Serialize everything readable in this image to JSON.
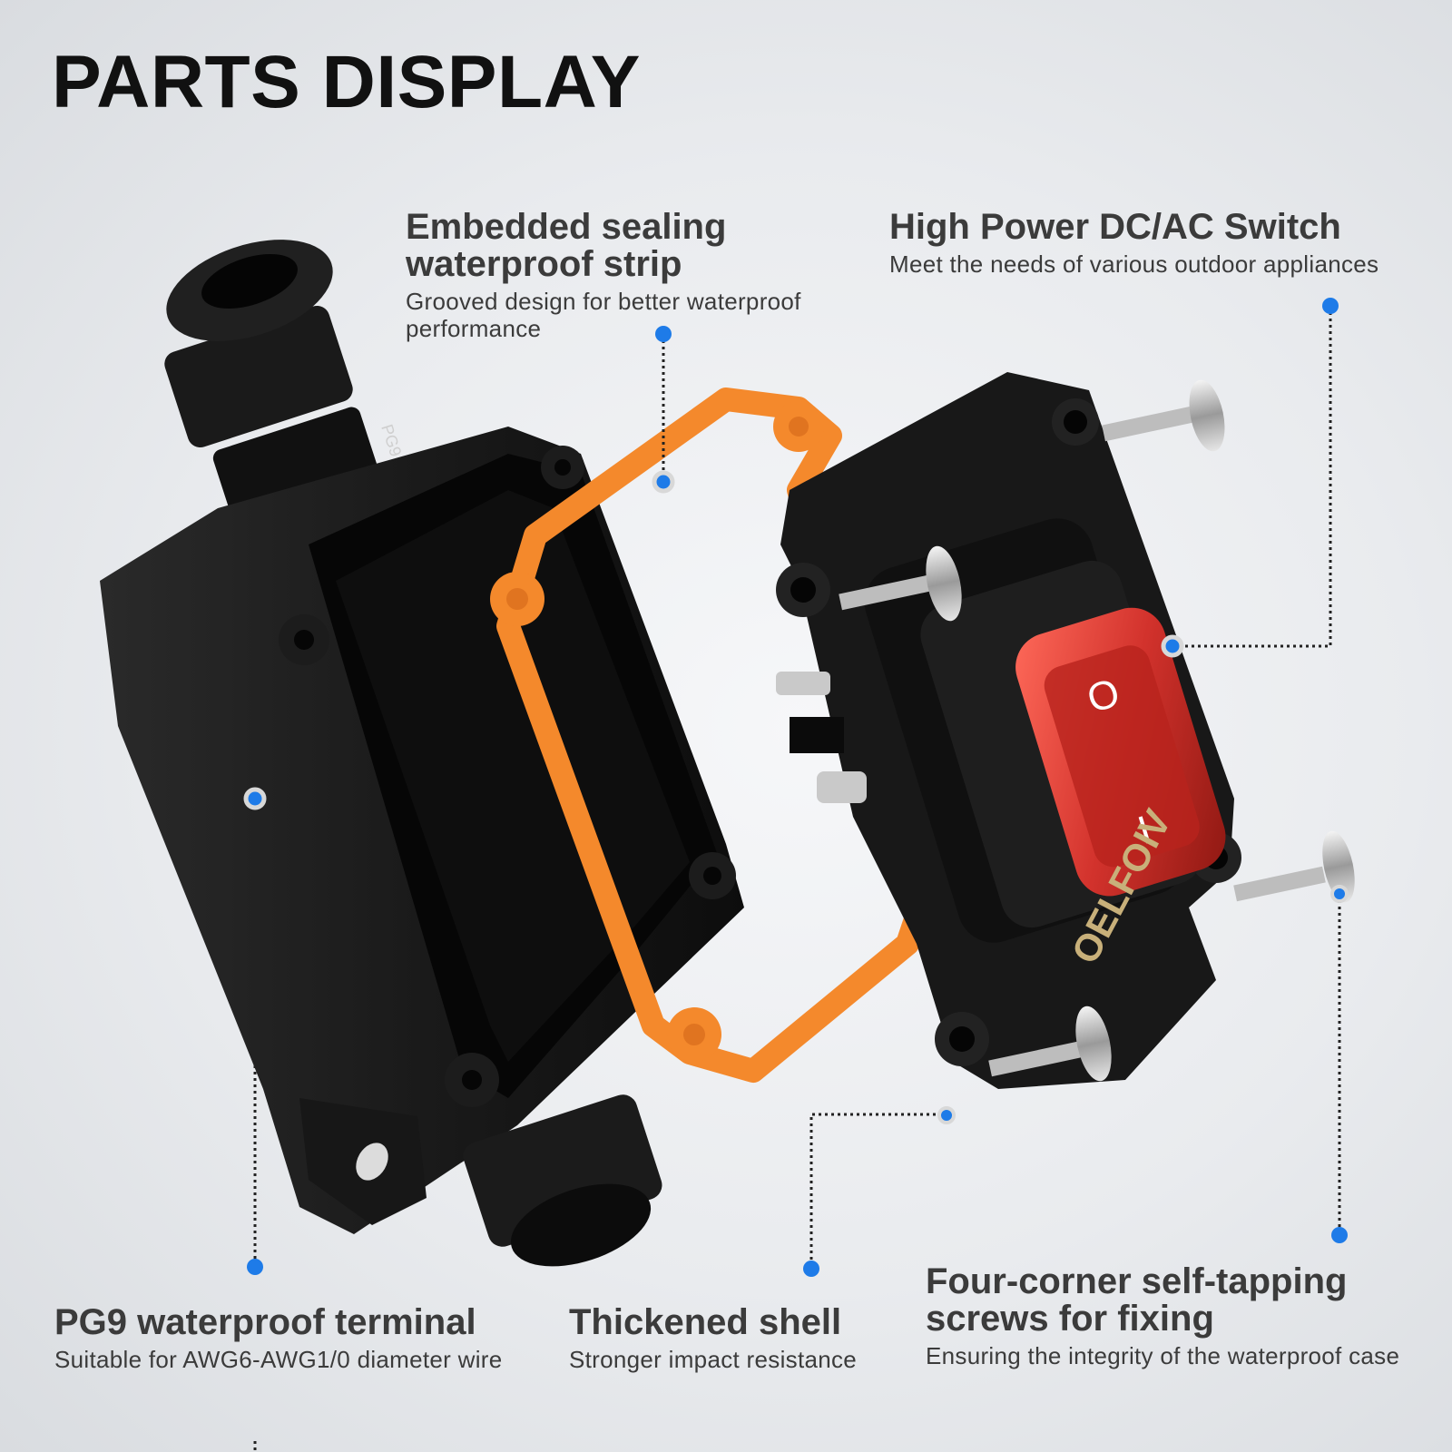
{
  "title": "PARTS DISPLAY",
  "callouts": [
    {
      "id": "sealing-strip",
      "title_lines": [
        "Embedded sealing",
        "waterproof strip"
      ],
      "desc": "Grooved design for better waterproof performance"
    },
    {
      "id": "switch",
      "title_lines": [
        "High Power DC/AC Switch"
      ],
      "desc": "Meet the needs of various outdoor appliances"
    },
    {
      "id": "terminal",
      "title_lines": [
        "PG9 waterproof terminal"
      ],
      "desc": "Suitable for AWG6-AWG1/0 diameter wire"
    },
    {
      "id": "shell",
      "title_lines": [
        "Thickened shell"
      ],
      "desc": "Stronger impact resistance"
    },
    {
      "id": "screws",
      "title_lines": [
        "Four-corner self-tapping",
        "screws for fixing"
      ],
      "desc": "Ensuring the integrity of the waterproof case"
    }
  ],
  "product": {
    "brand_mark": "OELFOIV",
    "gland_label": "PG9",
    "switch_symbols": [
      "O",
      "I"
    ],
    "colors": {
      "body": "#141414",
      "gasket": "#f4892c",
      "switch_lens": "#d2322c",
      "pointer": "#1e7be8"
    }
  }
}
